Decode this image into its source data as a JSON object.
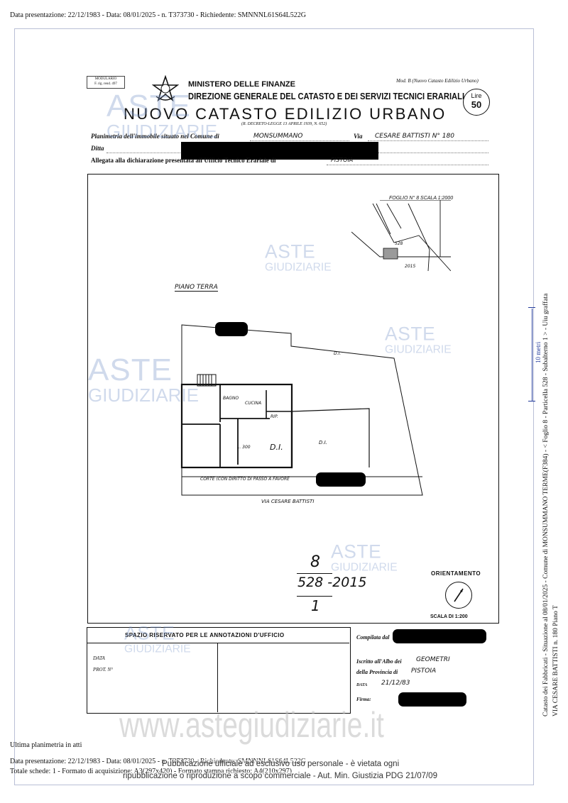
{
  "top_header": "Data presentazione: 22/12/1983 - Data: 08/01/2025 - n. T373730 - Richiedente: SMNNNL61S64L522G",
  "form": {
    "modulario": "MODULARIO",
    "modulario_code": "F. rig. rend. 497",
    "ministry": "MINISTERO DELLE FINANZE",
    "direzione": "DIREZIONE GENERALE DEL CATASTO E DEI SERVIZI TECNICI ERARIALI",
    "title": "NUOVO CATASTO EDILIZIO URBANO",
    "decree": "(R. DECRETO-LEGGE 13 APRILE 1939, N. 652)",
    "mod_b": "Mod. B (Nuovo Catasto Edilizio Urbano)",
    "lire_label": "Lire",
    "lire_value": "50",
    "planimetria_label": "Planimetria dell'immobile situato nel Comune di",
    "comune": "MONSUMMANO",
    "via_label": "Via",
    "via_value": "CESARE BATTISTI  N° 180",
    "ditta_label": "Ditta",
    "allegata": "Allegata alla dichiarazione presentata all'Ufficio Tecnico Erariale di",
    "ufficio": "PISTOIA"
  },
  "drawing": {
    "foglio_label": "FOGLIO N° 8    SCALA 1:2000",
    "map_labels": [
      "528",
      "2015"
    ],
    "piano": "PIANO TERRA",
    "rooms": [
      "BAGNO",
      "CUCINA",
      "RIP.",
      "D.I.",
      "D.I.",
      "L. 300",
      "D.I."
    ],
    "corte": "CORTE (CON DIRITTO DI PASSO A FAVORE",
    "street": "VIA CESARE BATTISTI",
    "handwritten_1": "8",
    "handwritten_2": "528  -2015",
    "handwritten_3": "1",
    "orientamento": "ORIENTAMENTO",
    "scala": "SCALA DI 1:200"
  },
  "office": {
    "spazio": "SPAZIO RISERVATO PER LE ANNOTAZIONI D'UFFICIO",
    "data_label": "DATA",
    "prot_label": "PROT. N°",
    "compilata": "Compilata dal",
    "iscritto": "Iscritto all'Albo dei",
    "albo": "GEOMETRI",
    "provincia_label": "della Provincia di",
    "provincia": "PISTOIA",
    "data2_label": "DATA",
    "data2": "21/12/83",
    "firma": "Firma:"
  },
  "watermarks": {
    "aste": "ASTE",
    "giudiziarie": "GIUDIZIARIE",
    "site": "www.astegiudiziarie.it"
  },
  "scale_bar_label": "10 metri",
  "side_text_1": "Catasto dei Fabbricati - Situazione al 08/01/2025 - Comune di MONSUMMANO TERME(F384) - < Foglio 8 - Particella  528 - Subalterno 1 >  - Uiu graffata",
  "side_text_2": "VIA CESARE BATTISTI n. 180 Piano T",
  "footer": {
    "ultima": "Ultima planimetria in atti",
    "line1": "Data presentazione: 22/12/1983 - Data: 08/01/2025 - n. T373730 - Richiedente: SMNNNL61S64L522G",
    "line2": "Totale schede: 1 - Formato di acquisizione: A3(297x420)  - Formato stampa richiesto: A4(210x297)",
    "notice1": "Pubblicazione ufficiale ad esclusivo uso personale - è vietata ogni",
    "notice2": "ripubblicazione o riproduzione a scopo commerciale - Aut. Min. Giustizia PDG 21/07/09"
  }
}
